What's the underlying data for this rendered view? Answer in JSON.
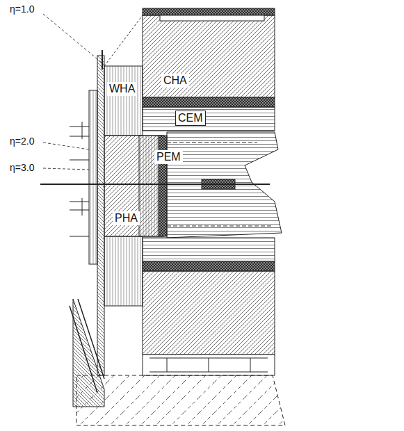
{
  "diagram": {
    "labels": [
      "η=1.0",
      "η=2.0",
      "η=3.0",
      "WHA",
      "CHA",
      "CEM",
      "PEM",
      "PHA"
    ]
  }
}
